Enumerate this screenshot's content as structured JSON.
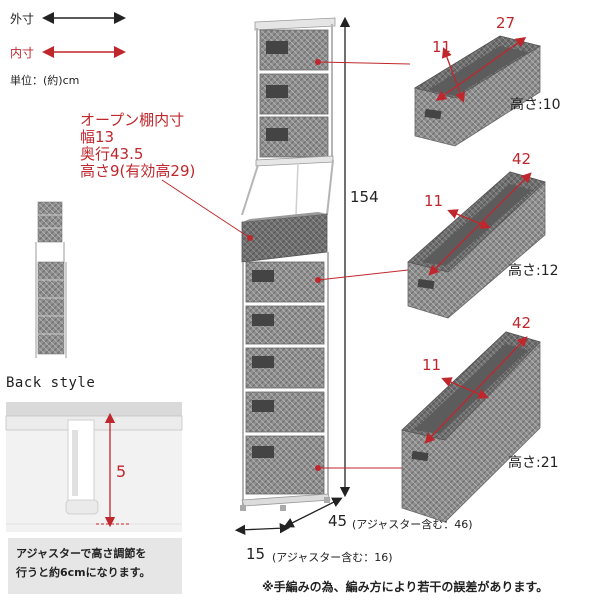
{
  "legend": {
    "outer_label": "外寸",
    "inner_label": "内寸",
    "unit": "単位：(約)cm"
  },
  "open_shelf": {
    "title": "オープン棚内寸",
    "width": "幅13",
    "depth": "奥行43.5",
    "height": "高さ9(有効高29)"
  },
  "rack": {
    "height": "154",
    "depth": "45",
    "depth_adjuster": "(アジャスター含む：46)",
    "width": "15",
    "width_adjuster": "(アジャスター含む：16)"
  },
  "baskets": [
    {
      "length": "27",
      "width": "11",
      "height": "高さ:10"
    },
    {
      "length": "42",
      "width": "11",
      "height": "高さ:12"
    },
    {
      "length": "42",
      "width": "11",
      "height": "高さ:21"
    }
  ],
  "back_style": "Back style",
  "adjuster": {
    "height": "5",
    "note_line1": "アジャスターで高さ調節を",
    "note_line2": "行うと約6cmになります。"
  },
  "footnote": "※手編みの為、編み方により若干の誤差があります。",
  "colors": {
    "accent_red": "#c0272d",
    "basket_gray": "#8a8a8a",
    "frame_gray": "#b5b5b5"
  }
}
